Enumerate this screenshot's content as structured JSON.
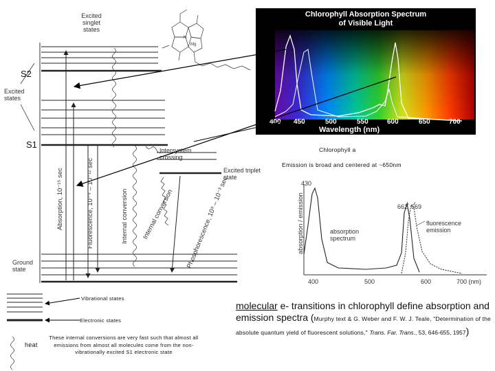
{
  "jablonski": {
    "excited_singlet_states": "Excited\nsinglet\nstates",
    "s2": "S2",
    "excited_states": "Excited\nstates",
    "s1": "S1",
    "intersystem_crossing": "Intersystem\ncrossing",
    "excited_triplet_state": "Excited triplet\nstate",
    "absorption": "Absorption, 10⁻¹⁵ sec",
    "fluorescence": "Fluorescence, 10⁻⁹ – 10⁻¹² sec",
    "internal_conversion": "Internal conversion",
    "internal_conversion_2": "Internal conversion",
    "phosphorescence": "Phosphorescence, 10⁸ – 10⁻³ sec",
    "ground_state": "Ground\nstate"
  },
  "spectrum": {
    "title_line1": "Chlorophyll Absorption Spectrum",
    "title_line2": "of Visible Light",
    "xlabel": "Wavelength (nm)",
    "ticks": [
      "400",
      "450",
      "500",
      "550",
      "600",
      "650",
      "700"
    ]
  },
  "chlorophyll_a": {
    "title": "Chlorophyll a",
    "emission_note": "Emission is broad and centered at ~650nm",
    "peak_430": "430",
    "peak_662": "662",
    "peak_669": "669",
    "ylabel": "absorption / emission",
    "absorption_spectrum": "absorption\nspectrum",
    "fluorescence_emission": "fluorescence\nemission",
    "x_ticks": [
      "400",
      "500",
      "600",
      "700 (nm)"
    ]
  },
  "legend": {
    "vibrational": "Vibrational states",
    "electronic": "Electronic states",
    "heat": "heat",
    "note": "These internal conversions are very fast such that almost all emissions from almost all molecules come from the non-vibrationally excited S1 electronic state"
  },
  "caption": {
    "main_underlined": "molecular",
    "main_rest": " e- transitions in chlorophyll define absorption and emission spectra (",
    "citation": "Murphy text & G. Weber and F. W. J. Teale, \"Determination of the absolute quantum yield of fluorescent solutions,\" ",
    "journal": "Trans. Far. Trans.",
    "citation_end": ", 53, 646-655, 1957",
    "close_paren": ")"
  }
}
